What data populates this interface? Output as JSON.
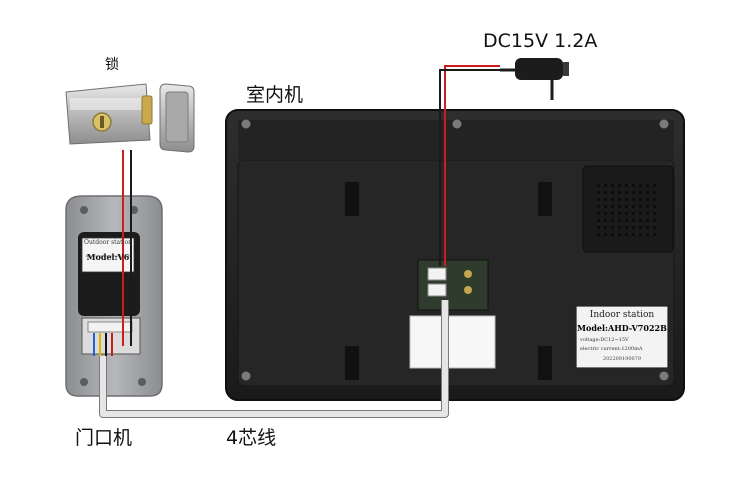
{
  "labels": {
    "lock": "锁",
    "indoor_unit": "室内机",
    "power": "DC15V 1.2A",
    "outdoor_unit": "门口机",
    "cable": "4芯线"
  },
  "outdoor_sticker": {
    "title": "Outdoor station",
    "model": "Model:V6"
  },
  "indoor_sticker": {
    "title": "Indoor station",
    "model": "Model:AHD-V7022B",
    "line_voltage": "voltage:DC12~15V",
    "line_current": "electric current:1200mA",
    "serial": "202209190079"
  },
  "colors": {
    "power_wire": "#d01c1c",
    "signal_cable": "#e6e6e6",
    "indoor_body": "#222222",
    "outdoor_plate": "#9c9ea2"
  }
}
